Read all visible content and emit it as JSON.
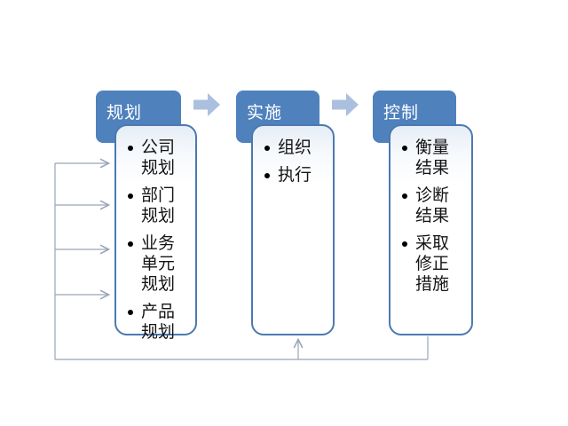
{
  "diagram": {
    "title": "plan-do-control management process",
    "columns": [
      {
        "header": "规划",
        "items": [
          "公司\n规划",
          "部门\n规划",
          "业务\n单元\n规划",
          "产品\n规划"
        ]
      },
      {
        "header": "实施",
        "items": [
          "组织",
          "执行"
        ]
      },
      {
        "header": "控制",
        "items": [
          "衡量\n结果",
          "诊断\n结果",
          "采取\n修正\n措施"
        ]
      }
    ],
    "icons": {
      "flow_arrow": "right-block-arrow",
      "feedback": "feedback-loop-arrows"
    },
    "colors": {
      "header_fill": "#4f81bd",
      "header_text": "#ffffff",
      "box_border": "#4c79b2",
      "box_top_tint": "#e6edf6",
      "block_arrow": "#abc0de",
      "feedback_line": "#99a5b7",
      "bullet": "#000000",
      "background": "#ffffff"
    }
  }
}
